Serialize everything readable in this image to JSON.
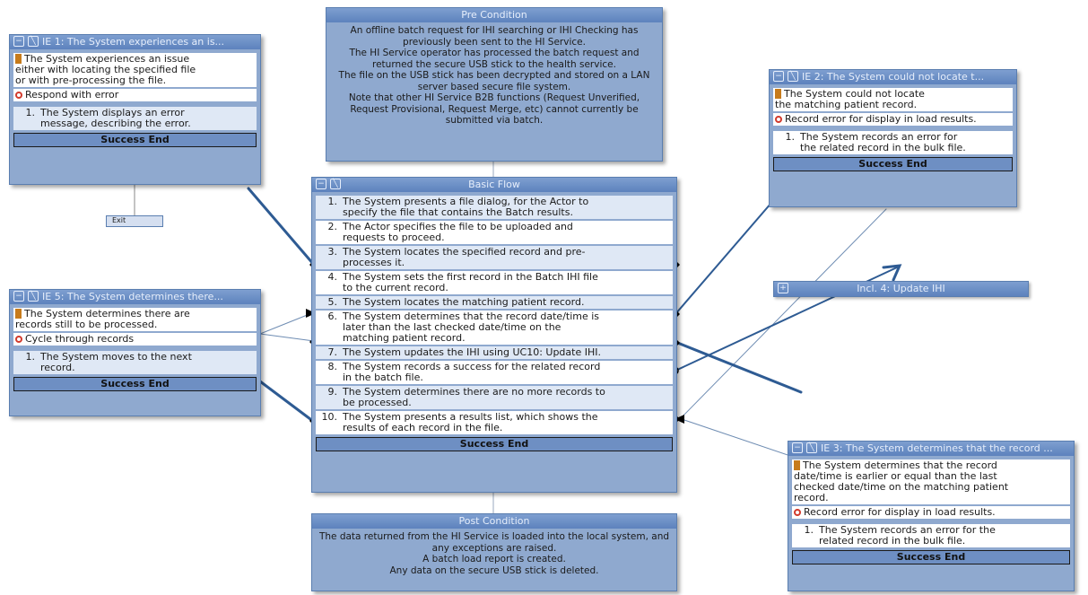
{
  "pre_condition": {
    "title": "Pre Condition",
    "lines": [
      "An offline batch request for IHI searching or IHI Checking has",
      "previously been sent to the HI Service.",
      "The HI Service operator has processed the batch request and",
      "returned the secure USB stick to the health service.",
      "The file on the USB stick has been decrypted and stored on a LAN",
      "server based secure file system.",
      "Note that other HI Service B2B functions (Request Unverified,",
      "Request Provisional, Request Merge, etc) cannot currently be",
      "submitted via batch."
    ]
  },
  "basic_flow": {
    "title": "Basic Flow",
    "steps": [
      {
        "num": "1.",
        "text": "The System presents a file dialog, for the Actor to specify the file that contains the Batch results."
      },
      {
        "num": "2.",
        "text": "The Actor specifies the file to be uploaded and requests to proceed."
      },
      {
        "num": "3.",
        "text": "The System locates the specified record and pre-processes it."
      },
      {
        "num": "4.",
        "text": "The System sets the first record in the Batch IHI file to the current record."
      },
      {
        "num": "5.",
        "text": "The System locates the matching patient record."
      },
      {
        "num": "6.",
        "text": "The System determines that the record date/time is later than the last checked date/time on the matching patient record."
      },
      {
        "num": "7.",
        "text": "The System updates the IHI using UC10: Update IHI."
      },
      {
        "num": "8.",
        "text": "The System records a success for the related record in the batch file."
      },
      {
        "num": "9.",
        "text": "The System determines there are no more records to be processed."
      },
      {
        "num": "10.",
        "text": "The System presents a results list, which shows the results of each record in the file."
      }
    ],
    "end_label": "Success End"
  },
  "post_condition": {
    "title": "Post Condition",
    "lines": [
      "The data returned from the HI Service is loaded into the local system, and",
      "any exceptions are raised.",
      "A batch load report is created.",
      "Any data on the secure USB stick is deleted."
    ]
  },
  "ie1": {
    "title": "IE 1: The System experiences an is...",
    "condition": "The System experiences an issue either with locating the specified file or with pre-processing the file.",
    "action": "Respond with error",
    "step_num": "1.",
    "step_text": "The System displays an error message, describing the error.",
    "end_label": "Success End",
    "exit_label": "Exit"
  },
  "ie2": {
    "title": "IE 2: The System could not locate t...",
    "condition": "The System could not locate the matching patient record.",
    "action": "Record error for display in load results.",
    "step_num": "1.",
    "step_text": "The System records an error for the related record in the bulk file.",
    "end_label": "Success End"
  },
  "ie3": {
    "title": "IE 3: The System determines that the record ...",
    "condition": "The System determines that the record date/time is earlier or equal than the last checked date/time on the matching patient record.",
    "action": "Record error for display in load results.",
    "step_num": "1.",
    "step_text": "The System records an error for the related record in the bulk file.",
    "end_label": "Success End"
  },
  "ie5": {
    "title": "IE 5: The System determines there...",
    "condition": "The System determines there are records still to be processed.",
    "action": "Cycle through records",
    "step_num": "1.",
    "step_text": "The System moves to the next record.",
    "end_label": "Success End"
  },
  "incl4": {
    "title": "Incl. 4: Update IHI"
  }
}
